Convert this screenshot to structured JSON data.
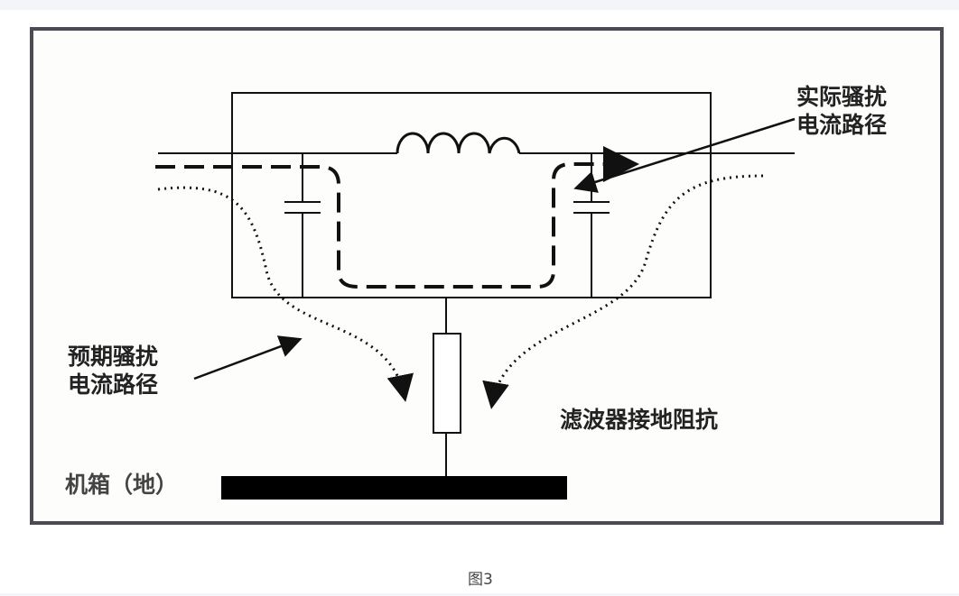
{
  "diagram": {
    "labels": {
      "actual_path_line1": "实际骚扰",
      "actual_path_line2": "电流路径",
      "expected_path_line1": "预期骚扰",
      "expected_path_line2": "电流路径",
      "filter_ground_impedance": "滤波器接地阻抗",
      "chassis_ground": "机箱（地）"
    },
    "caption": "图3",
    "colors": {
      "frame": "#4b4b55",
      "ink": "#111111"
    }
  }
}
